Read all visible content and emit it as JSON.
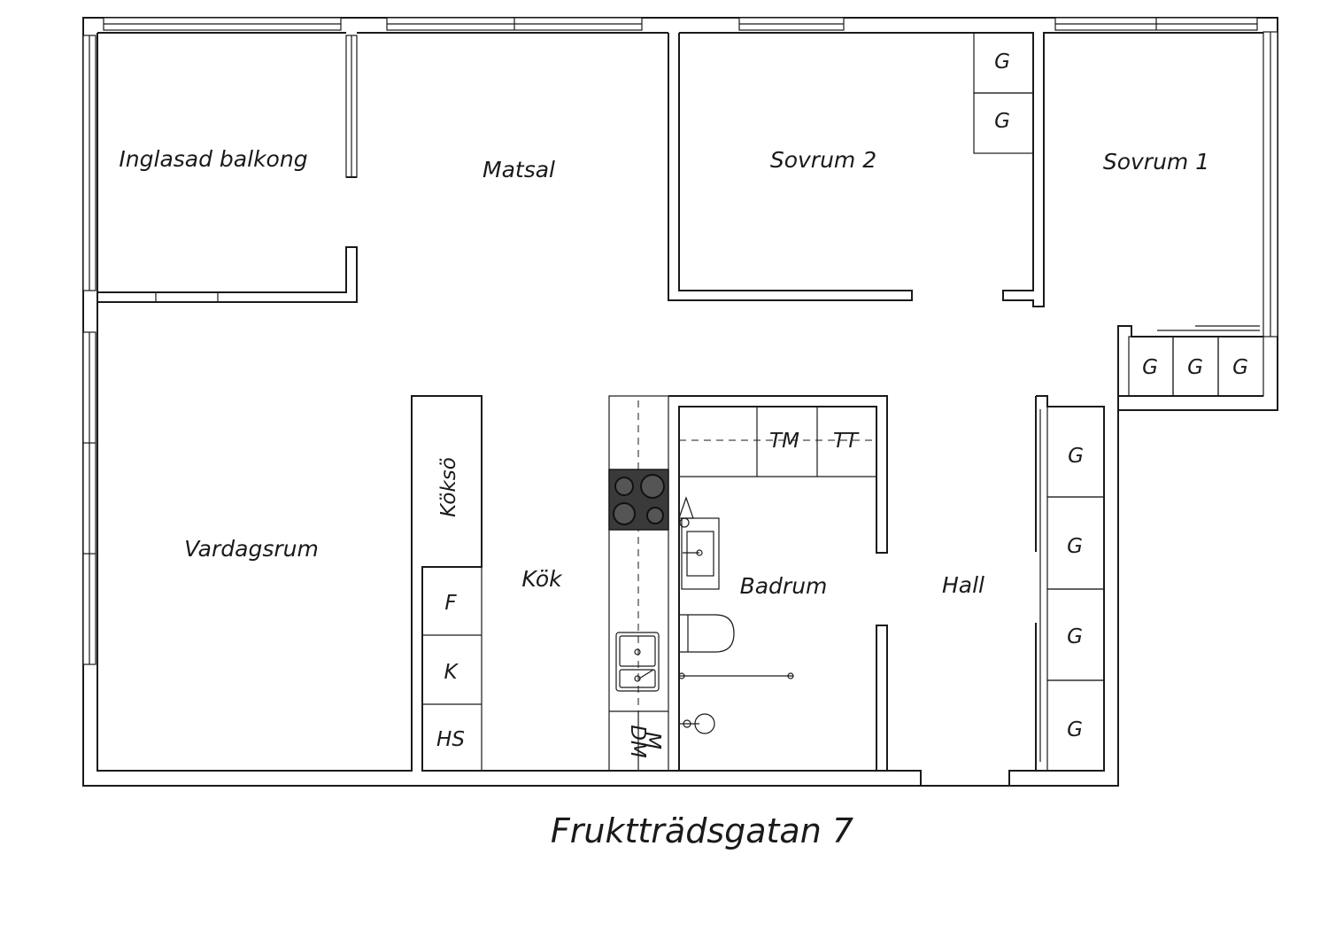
{
  "title": "Fruktträdsgatan 7",
  "rooms": {
    "balkong": "Inglasad balkong",
    "matsal": "Matsal",
    "sovrum2": "Sovrum 2",
    "sovrum1": "Sovrum 1",
    "vardagsrum": "Vardagsrum",
    "kok": "Kök",
    "badrum": "Badrum",
    "hall": "Hall"
  },
  "fixtures": {
    "kokso": "Köksö",
    "f": "F",
    "k": "K",
    "hs": "HS",
    "dm": "DM",
    "m": "M",
    "tm": "TM",
    "tt": "TT",
    "g": "G"
  }
}
